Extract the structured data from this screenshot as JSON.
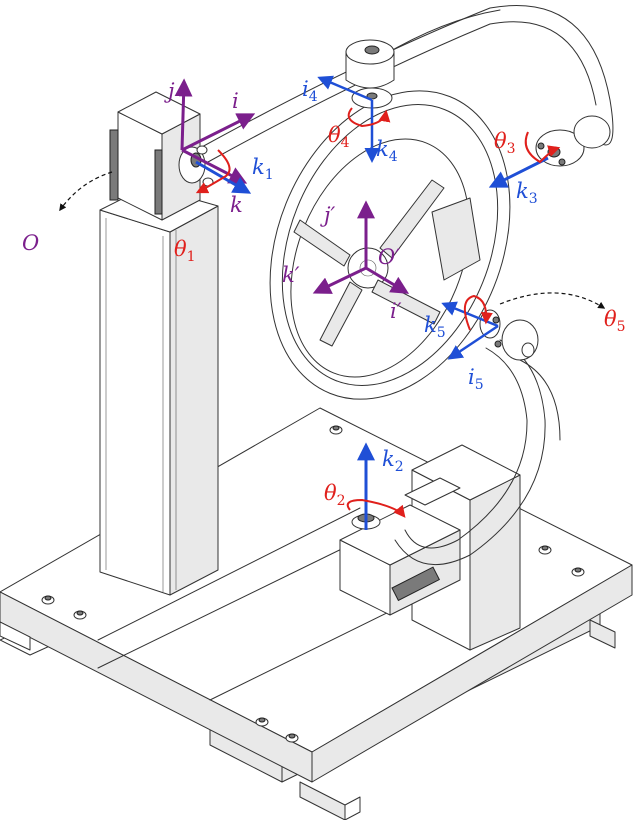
{
  "colors": {
    "purple": "#7b1f8c",
    "blue": "#1f4fd6",
    "red": "#e0201c",
    "line": "#333333",
    "dashed": "#111111"
  },
  "labels": {
    "O": "O",
    "j": "j",
    "i": "i",
    "k": "k",
    "k1": {
      "base": "k",
      "sub": "1"
    },
    "theta1": {
      "base": "θ",
      "sub": "1"
    },
    "i4": {
      "base": "i",
      "sub": "4"
    },
    "theta4": {
      "base": "θ",
      "sub": "4"
    },
    "k4": {
      "base": "k",
      "sub": "4"
    },
    "theta3": {
      "base": "θ",
      "sub": "3"
    },
    "k3": {
      "base": "k",
      "sub": "3"
    },
    "jprime": "j′",
    "Oprime": "O′",
    "kprime": "k′",
    "iprime": "i′",
    "k5": {
      "base": "k",
      "sub": "5"
    },
    "i5": {
      "base": "i",
      "sub": "5"
    },
    "theta5": {
      "base": "θ",
      "sub": "5"
    },
    "k2": {
      "base": "k",
      "sub": "2"
    },
    "theta2": {
      "base": "θ",
      "sub": "2"
    }
  }
}
